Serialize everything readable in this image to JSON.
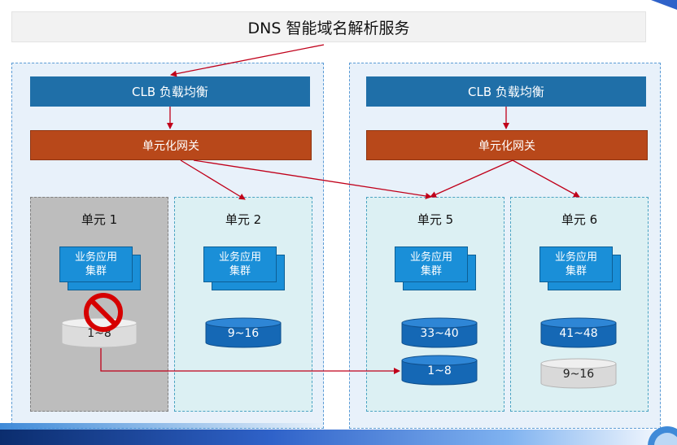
{
  "title": "DNS 智能域名解析服务",
  "left_region": {
    "clb": "CLB 负载均衡",
    "gateway": "单元化网关",
    "units": [
      {
        "label": "单元 1",
        "cluster": [
          "业务应用",
          "集群"
        ],
        "dbs": [
          "1~8"
        ],
        "disabled": true
      },
      {
        "label": "单元 2",
        "cluster": [
          "业务应用",
          "集群"
        ],
        "dbs": [
          "9~16"
        ]
      }
    ]
  },
  "right_region": {
    "clb": "CLB 负载均衡",
    "gateway": "单元化网关",
    "units": [
      {
        "label": "单元 5",
        "cluster": [
          "业务应用",
          "集群"
        ],
        "dbs": [
          "33~40",
          "1~8"
        ]
      },
      {
        "label": "单元 6",
        "cluster": [
          "业务应用",
          "集群"
        ],
        "dbs": [
          "41~48",
          "9~16"
        ]
      }
    ]
  },
  "colors": {
    "clb": "#1f6fa8",
    "gateway": "#b8481a",
    "cluster": "#1a8fd8",
    "db_blue": "#1568b5",
    "db_gray": "#d9d9d9",
    "arrow": "#c0001a",
    "disabled_unit": "#bdbdbd",
    "prohibited_icon": "#d60000"
  }
}
